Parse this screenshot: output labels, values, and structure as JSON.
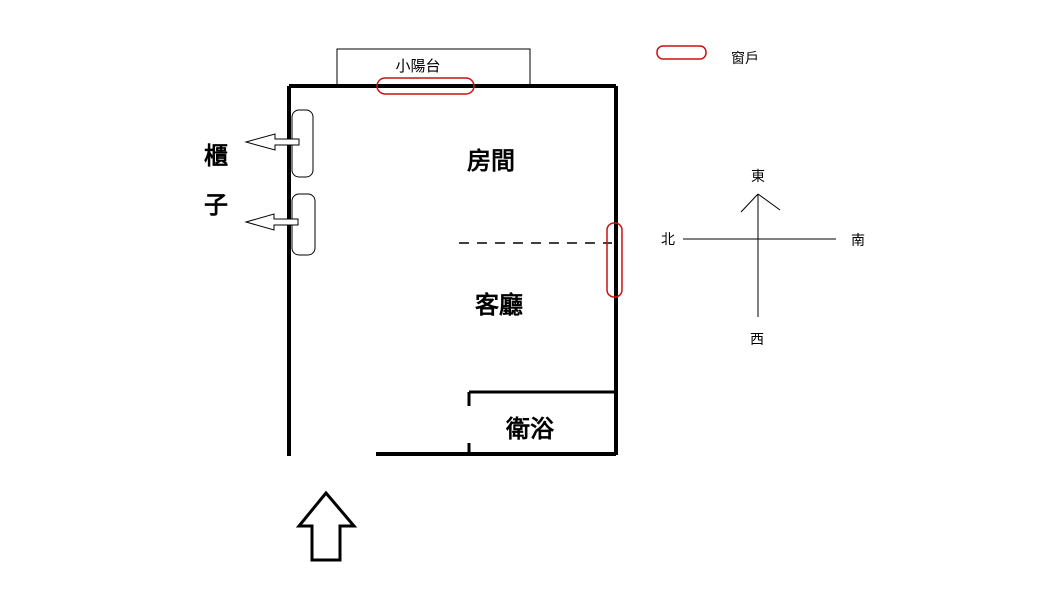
{
  "labels": {
    "balcony": "小陽台",
    "window_legend": "窗戶",
    "bedroom": "房間",
    "living_room": "客廳",
    "bathroom": "衛浴",
    "cabinet_char1": "櫃",
    "cabinet_char2": "子"
  },
  "compass": {
    "east": "東",
    "west": "西",
    "south": "南",
    "north": "北"
  },
  "colors": {
    "wall": "#000000",
    "window": "#cc1111"
  }
}
